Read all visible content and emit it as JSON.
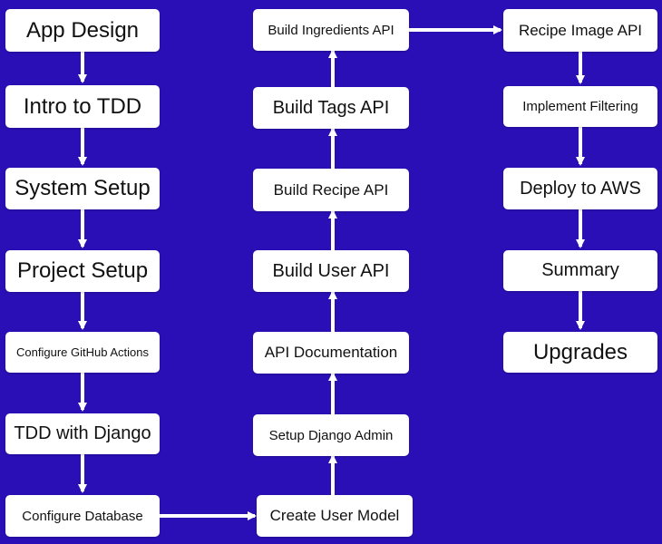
{
  "colors": {
    "background": "#2a0fb6",
    "box": "#ffffff",
    "arrow": "#ffffff",
    "text": "#111111"
  },
  "nodes": {
    "app_design": "App Design",
    "intro_tdd": "Intro to TDD",
    "system_setup": "System Setup",
    "project_setup": "Project Setup",
    "configure_github_actions": "Configure GitHub Actions",
    "tdd_with_django": "TDD with Django",
    "configure_database": "Configure Database",
    "create_user_model": "Create User Model",
    "setup_django_admin": "Setup Django Admin",
    "api_documentation": "API Documentation",
    "build_user_api": "Build User API",
    "build_recipe_api": "Build Recipe API",
    "build_tags_api": "Build Tags API",
    "build_ingredients_api": "Build Ingredients API",
    "recipe_image_api": "Recipe Image API",
    "implement_filtering": "Implement Filtering",
    "deploy_to_aws": "Deploy to AWS",
    "summary": "Summary",
    "upgrades": "Upgrades"
  }
}
